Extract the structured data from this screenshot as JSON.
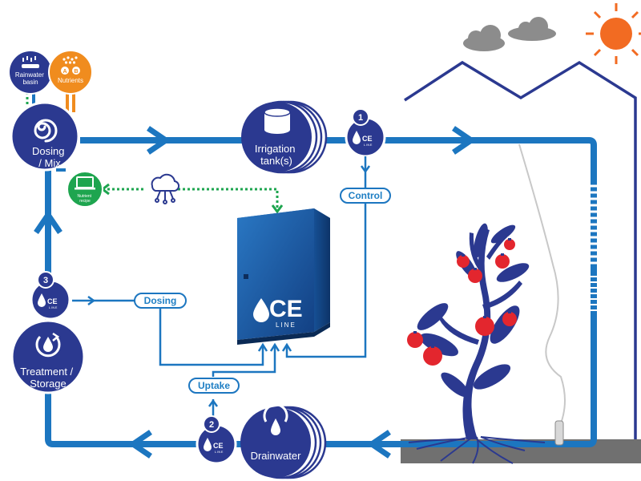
{
  "nodes": {
    "dosing_mix": "Dosing\n/ Mix",
    "irrigation_tanks": "Irrigation\ntank(s)",
    "treatment_storage": "Treatment /\nStorage",
    "drainwater": "Drainwater",
    "rainwater_basin": "Rainwater\nbasin",
    "nutrients": "Nutrients",
    "nutrient_recipe": "Nutrient\nrecipe",
    "nutrients_a": "A",
    "nutrients_b": "B"
  },
  "flows": {
    "control": "Control",
    "dosing": "Dosing",
    "uptake": "Uptake"
  },
  "sensors": {
    "one": "1",
    "two": "2",
    "three": "3",
    "logo_ce": "CE",
    "logo_line": "LINE"
  },
  "cabinet": {
    "logo_ce": "CE",
    "logo_line": "LINE"
  },
  "colors": {
    "pipe": "#1c76c0",
    "navy": "#2b3990",
    "orange": "#f08c1e",
    "green": "#1ea54f",
    "tomato": "#e3262e",
    "sun": "#f26b22",
    "cabinet": "#1d5ea8"
  }
}
